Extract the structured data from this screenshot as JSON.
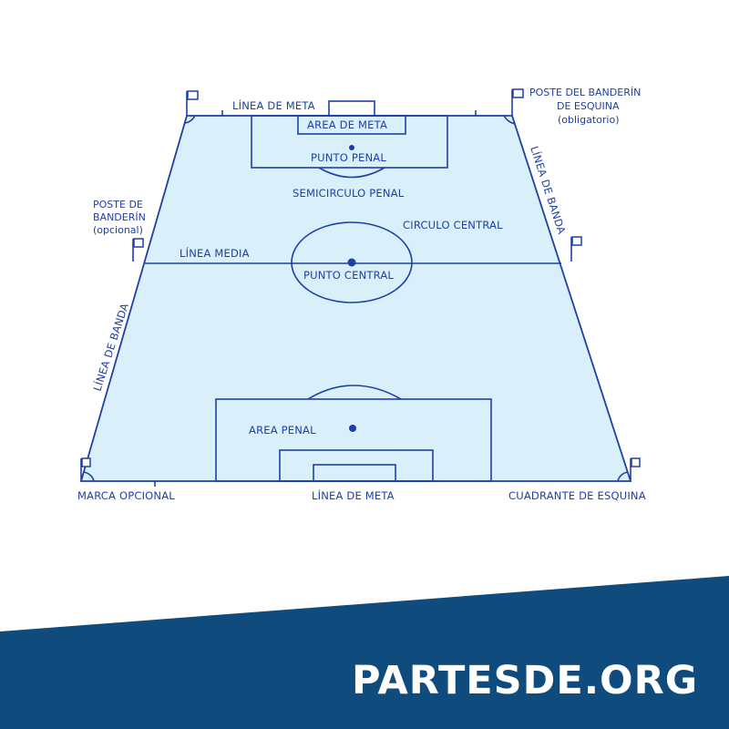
{
  "colors": {
    "field_fill": "#d9f0fb",
    "line": "#1f3fa6",
    "banner": "#104b7d"
  },
  "labels": {
    "linea_meta_top": "LÍNEA DE META",
    "area_meta": "AREA DE META",
    "punto_penal": "PUNTO PENAL",
    "semicirculo_penal": "SEMICIRCULO PENAL",
    "circulo_central": "CIRCULO CENTRAL",
    "linea_media": "LÍNEA MEDIA",
    "punto_central": "PUNTO CENTRAL",
    "linea_banda_left": "LÍNEA DE BANDA",
    "linea_banda_right": "LÍNEA DE BANDA",
    "area_penal": "AREA PENAL",
    "marca_opcional": "MARCA OPCIONAL",
    "linea_meta_bottom": "LÍNEA DE META",
    "cuadrante_esquina": "CUADRANTE DE ESQUINA",
    "poste_obligatorio_1": "POSTE DEL BANDERÍN",
    "poste_obligatorio_2": "DE ESQUINA",
    "poste_obligatorio_3": "(obligatorio)",
    "poste_opcional_1": "POSTE DE",
    "poste_opcional_2": "BANDERÍN",
    "poste_opcional_3": "(opcional)"
  },
  "brand": "PARTESDE.ORG"
}
